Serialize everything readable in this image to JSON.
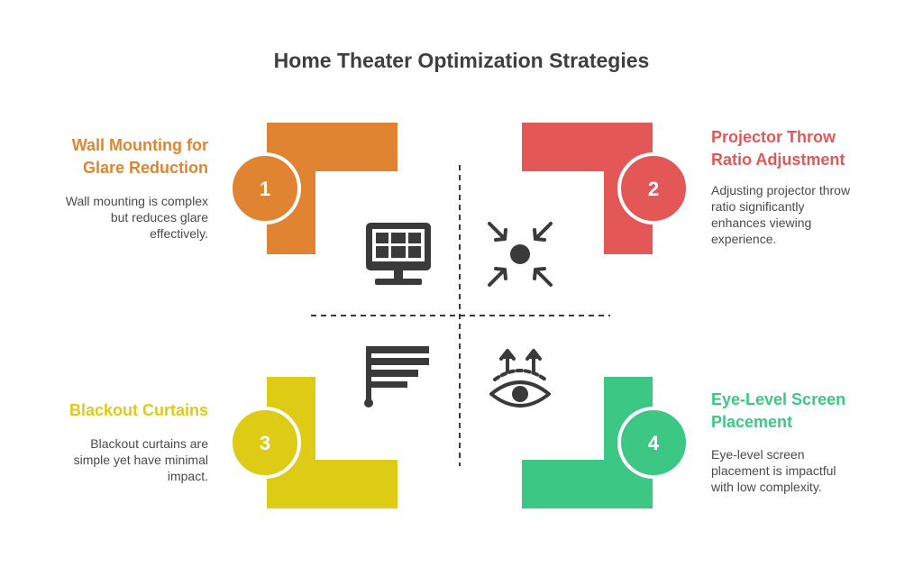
{
  "title": "Home Theater Optimization Strategies",
  "colors": {
    "orange": "#E08431",
    "red": "#E35757",
    "yellow": "#DDCB16",
    "green": "#3DC784",
    "icon": "#3a3a3a",
    "text": "#4a4a4a",
    "title": "#3f3f3f"
  },
  "strategies": [
    {
      "number": "1",
      "heading_line1": "Wall Mounting for",
      "heading_line2": "Glare Reduction",
      "desc_line1": "Wall mounting is complex",
      "desc_line2": "but reduces glare",
      "desc_line3": "effectively.",
      "color": "#E08431",
      "icon": "monitor-icon"
    },
    {
      "number": "2",
      "heading_line1": "Projector Throw",
      "heading_line2": "Ratio Adjustment",
      "desc_line1": "Adjusting projector throw",
      "desc_line2": "ratio significantly",
      "desc_line3": "enhances viewing",
      "desc_line4": "experience.",
      "color": "#E35757",
      "icon": "focus-arrows-icon"
    },
    {
      "number": "3",
      "heading_line1": "Blackout Curtains",
      "desc_line1": "Blackout curtains are",
      "desc_line2": "simple yet have minimal",
      "desc_line3": "impact.",
      "color": "#DDCB16",
      "icon": "flag-icon"
    },
    {
      "number": "4",
      "heading_line1": "Eye-Level Screen",
      "heading_line2": "Placement",
      "desc_line1": "Eye-level screen",
      "desc_line2": "placement is impactful",
      "desc_line3": "with low complexity.",
      "color": "#3DC784",
      "icon": "eye-up-icon"
    }
  ]
}
